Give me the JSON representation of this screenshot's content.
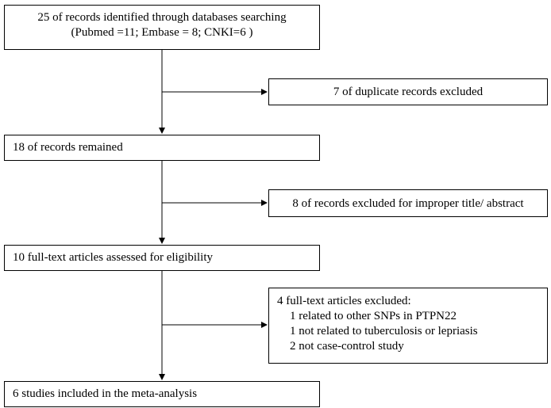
{
  "flowchart": {
    "identified": {
      "line1": "25 of records identified through databases searching",
      "line2": "(Pubmed =11; Embase = 8; CNKI=6 )"
    },
    "duplicates": "7 of duplicate records excluded",
    "remained": "18 of records remained",
    "excluded_title": "8 of records excluded for improper title/ abstract",
    "assessed": "10 full-text articles assessed for eligibility",
    "fulltext_excluded": {
      "header": "4 full-text articles excluded:",
      "reasons": [
        "1 related to other SNPs in PTPN22",
        "1 not related to tuberculosis or lepriasis",
        "2 not case-control study"
      ]
    },
    "included": "6 studies included in the meta-analysis"
  }
}
